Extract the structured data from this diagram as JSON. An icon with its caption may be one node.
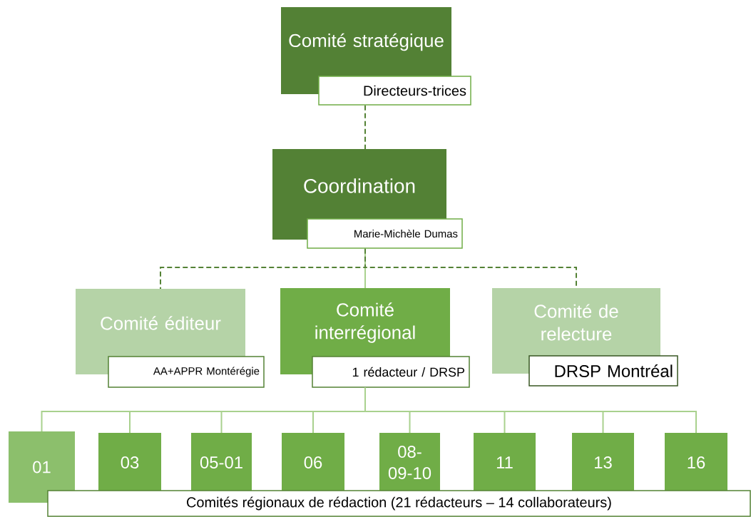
{
  "diagram": {
    "nodes": [
      {
        "text": [
          "Comité stratégique",
          "Directeurs-trices"
        ]
      },
      {
        "text": [
          "Coordination",
          "Marie-Michèle Dumas"
        ]
      },
      {
        "text": [
          "Comité éditeur",
          "AA+APPR Montérégie"
        ]
      },
      {
        "text": [
          "Comité interrégional",
          "1 rédacteur / DRSP"
        ]
      },
      {
        "text": [
          "Comité de relecture",
          "DRSP Montréal"
        ]
      },
      {
        "text": [
          "01"
        ]
      },
      {
        "text": [
          "03"
        ]
      },
      {
        "text": [
          "05-01"
        ]
      },
      {
        "text": [
          "06"
        ]
      },
      {
        "text": [
          "08-09-10"
        ]
      },
      {
        "text": [
          "11"
        ]
      },
      {
        "text": [
          "13"
        ]
      },
      {
        "text": [
          "16"
        ]
      },
      {
        "text": [
          "Comités régionaux de rédaction (21 rédacteurs – 14 collaborateurs)"
        ]
      }
    ],
    "edges": [
      {
        "from": 0,
        "to": 1,
        "arrow": "none",
        "style": "dashed",
        "color": "#548235"
      },
      {
        "from": 1,
        "to": 2,
        "arrow": "none",
        "style": "dashed",
        "color": "#548235"
      },
      {
        "from": 1,
        "to": 3,
        "arrow": "none"
      },
      {
        "from": 1,
        "to": 4,
        "arrow": "none",
        "style": "dashed",
        "color": "#548235"
      },
      {
        "from": 3,
        "to": 5,
        "arrow": "none"
      },
      {
        "from": 3,
        "to": 6,
        "arrow": "none"
      },
      {
        "from": 3,
        "to": 7,
        "arrow": "none"
      },
      {
        "from": 3,
        "to": 8,
        "arrow": "none"
      },
      {
        "from": 3,
        "to": 9,
        "arrow": "none"
      },
      {
        "from": 3,
        "to": 10,
        "arrow": "none"
      },
      {
        "from": 3,
        "to": 11,
        "arrow": "none"
      },
      {
        "from": 3,
        "to": 12,
        "arrow": "none"
      }
    ]
  }
}
